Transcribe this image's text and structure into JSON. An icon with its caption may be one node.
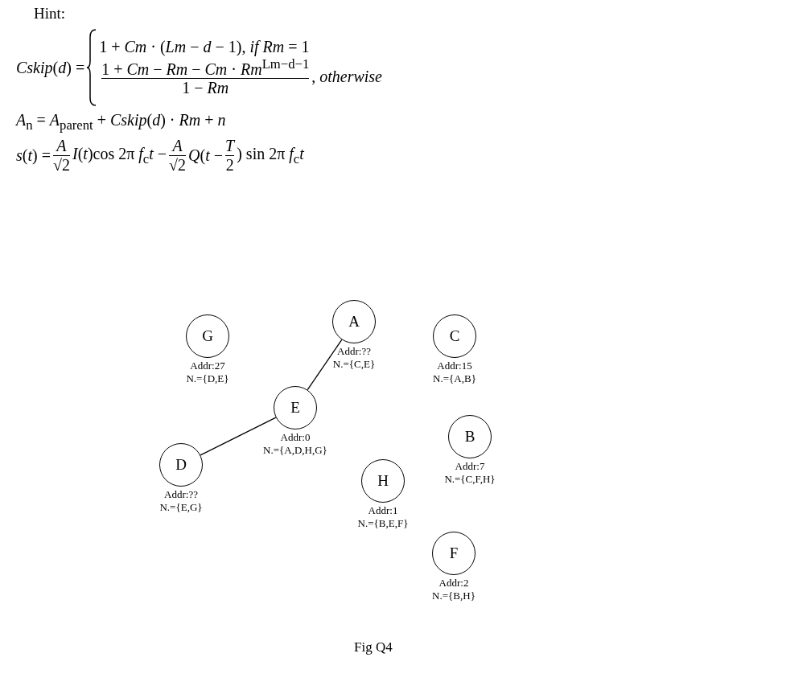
{
  "diagram": {
    "caption": "Fig Q4",
    "nodes": [
      {
        "text": [
          "G"
        ],
        "beside": [
          "Addr:27",
          "N.={D,E}"
        ]
      },
      {
        "text": [
          "A"
        ],
        "beside": [
          "Addr:??",
          "N.={C,E}"
        ]
      },
      {
        "text": [
          "C"
        ],
        "beside": [
          "Addr:15",
          "N.={A,B}"
        ]
      },
      {
        "text": [
          "E"
        ],
        "beside": [
          "Addr:0",
          "N.={A,D,H,G}"
        ]
      },
      {
        "text": [
          "B"
        ],
        "beside": [
          "Addr:7",
          "N.={C,F,H}"
        ]
      },
      {
        "text": [
          "D"
        ],
        "beside": [
          "Addr:??",
          "N.={E,G}"
        ]
      },
      {
        "text": [
          "H"
        ],
        "beside": [
          "Addr:1",
          "N.={B,E,F}"
        ]
      },
      {
        "text": [
          "F"
        ],
        "beside": [
          "Addr:2",
          "N.={B,H}"
        ]
      }
    ],
    "edges": [
      {
        "from": 1,
        "to": 3,
        "arrow": "none"
      },
      {
        "from": 3,
        "to": 5,
        "arrow": "none"
      }
    ],
    "labels": [
      "Hint:",
      "*Cskip*(*d*) =",
      "1 + *Cm* · (*Lm* − *d* − 1), *if Rm* = 1",
      "1 + *Cm* − *Rm* − *Cm* · *Rm*$^{Lm−d−1}$",
      "1 − *Rm*",
      ", *otherwise*",
      "*A*$_{n}$ = *A*$_{parent}$ + *Cskip*(*d*) · *Rm* + *n*",
      "*s*(*t*) =",
      "*A*",
      "√2",
      "*I*(*t*)cos 2π *f*$_{c}$*t* −",
      "*A*",
      "√2",
      "*Q*(*t* −",
      "*T*",
      "2",
      ") sin 2π *f*$_{c}$*t*"
    ]
  }
}
